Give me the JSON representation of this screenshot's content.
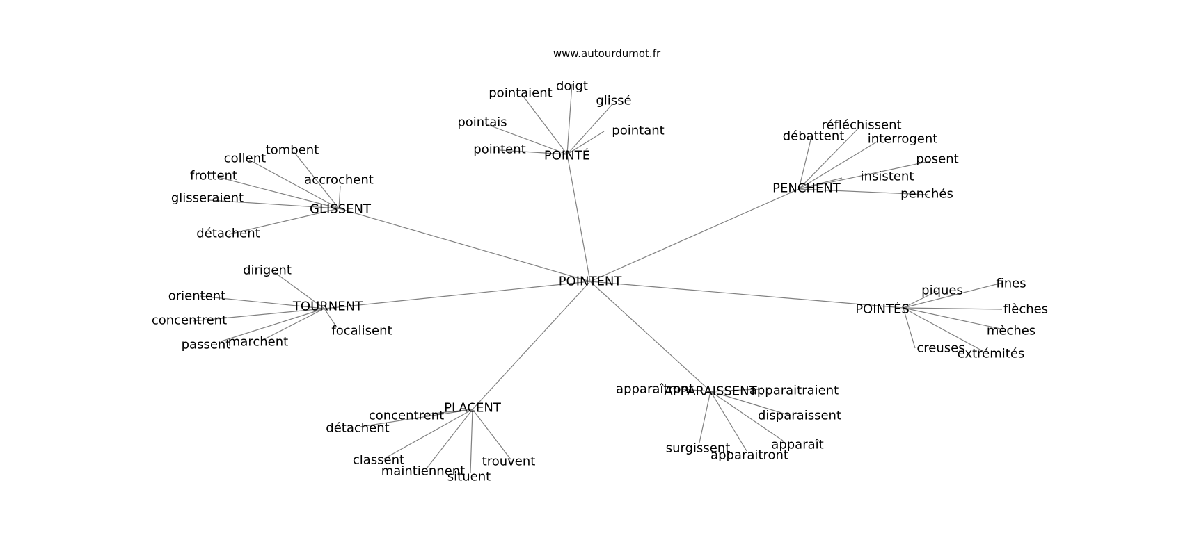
{
  "source": "www.autourdumot.fr",
  "colors": {
    "edge": "#808080",
    "text": "#000000",
    "background": "#ffffff"
  },
  "graph": {
    "center": "POINTENT",
    "clusters": [
      {
        "hub": "POINTÉ",
        "leaves": [
          "pointaient",
          "doigt",
          "glissé",
          "pointais",
          "pointant",
          "pointent"
        ]
      },
      {
        "hub": "GLISSENT",
        "leaves": [
          "tombent",
          "collent",
          "frottent",
          "accrochent",
          "glisseraient",
          "détachent"
        ]
      },
      {
        "hub": "PENCHENT",
        "leaves": [
          "réfléchissent",
          "débattent",
          "interrogent",
          "posent",
          "insistent",
          "penchés"
        ]
      },
      {
        "hub": "TOURNENT",
        "leaves": [
          "dirigent",
          "orientent",
          "concentrent",
          "focalisent",
          "passent",
          "marchent"
        ]
      },
      {
        "hub": "POINTÉS",
        "leaves": [
          "fines",
          "piques",
          "flèches",
          "mèches",
          "creuses",
          "extrémités"
        ]
      },
      {
        "hub": "APPARAISSENT",
        "leaves": [
          "apparaîtront",
          "apparaitraient",
          "disparaissent",
          "apparaît",
          "surgissent",
          "apparaitront"
        ]
      },
      {
        "hub": "PLACENT",
        "leaves": [
          "concentrent",
          "détachent",
          "classent",
          "maintiennent",
          "situent",
          "trouvent"
        ]
      }
    ]
  }
}
